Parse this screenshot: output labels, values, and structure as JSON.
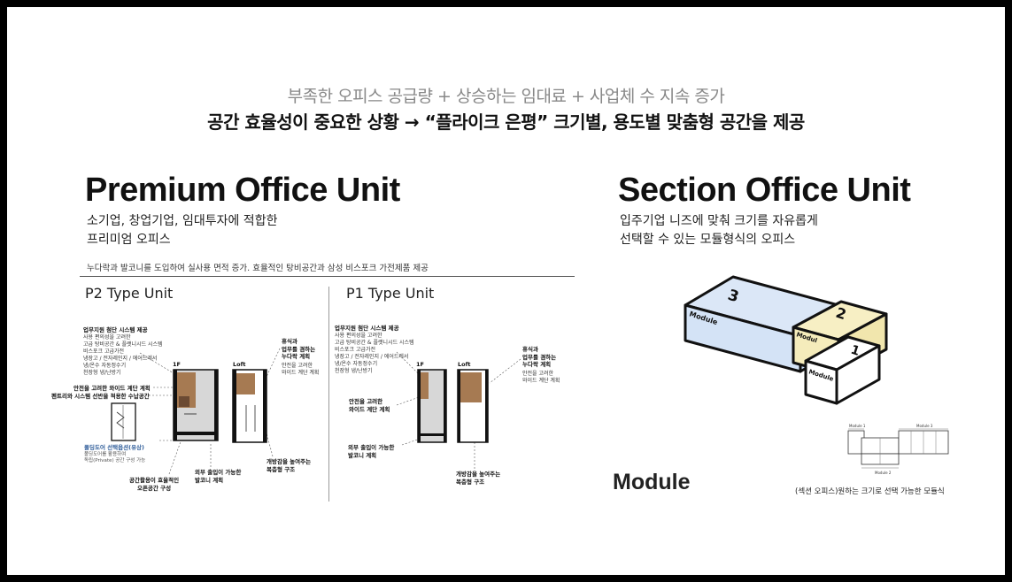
{
  "headline": {
    "line1": "부족한 오피스 공급량 + 상승하는 임대료 + 사업체 수 지속 증가",
    "line2": "공간 효율성이 중요한 상황 → “플라이크 은평” 크기별, 용도별 맞춤형 공간을 제공"
  },
  "premium": {
    "title": "Premium Office Unit",
    "subtitle_line1": "소기업, 창업기업, 임대투자에 적합한",
    "subtitle_line2": "프리미엄 오피스",
    "note": "누다락과 발코니를 도입하여 실사용 면적 증가.  효율적인 탕비공간과 삼성 비스포크 가전제품 제공",
    "p2": {
      "title": "P2 Type Unit",
      "system_title": "업무지원 첨단 시스템 제공",
      "system_items": [
        "사용 편의성을 고려한",
        "고급 탕비공간 & 플랫니시드 시스템",
        "비스포크 고급가전",
        "냉장고 / 전자레인지 / 에어드레서",
        "냉/온수 자동정수기",
        "천장형 냉/난방기"
      ],
      "floor_1f": "1F",
      "floor_loft": "Loft",
      "rest_title": [
        "휴식과",
        "업무를 겸하는",
        "누다락 계획"
      ],
      "rest_sub": [
        "안전을 고려한",
        "와이드 계단 계획"
      ],
      "stair_label": "안전을 고려한 와이드 계단 계획",
      "pantry_label": "펜트리와 시스템 선반을 적용한 수납공간",
      "folding_title": "폴딩도어 선택옵션(유상)",
      "folding_items": [
        "폴딩도어를 활용하여",
        "독립(Private) 공간 구성 가능"
      ],
      "open_space": [
        "공간활용이 효율적인",
        "오픈공간 구성"
      ],
      "balcony": [
        "외부 출입이 가능한",
        "발코니 계획"
      ],
      "duplex": [
        "개방감을 높여주는",
        "복층형 구조"
      ]
    },
    "p1": {
      "title": "P1 Type Unit",
      "system_title": "업무지원 첨단 시스템 제공",
      "system_items": [
        "사용 편의성을 고려한",
        "고급 탕비공간 & 플랫니시드 시스템",
        "비스포크 고급가전",
        "냉장고 / 전자레인지 / 에어드레서",
        "냉/온수 자동정수기",
        "천장형 냉/난방기"
      ],
      "floor_1f": "1F",
      "floor_loft": "Loft",
      "rest_title": [
        "휴식과",
        "업무를 겸하는",
        "누다락 계획"
      ],
      "rest_sub": [
        "안전을 고려한",
        "와이드 계단 계획"
      ],
      "stair_title": [
        "안전을 고려한",
        "와이드 계단 계획"
      ],
      "balcony": [
        "외부 출입이 가능한",
        "발코니 계획"
      ],
      "duplex": [
        "개방감을 높여주는",
        "복층형 구조"
      ]
    }
  },
  "section": {
    "title": "Section Office Unit",
    "subtitle_line1": "입주기업 니즈에 맞춰 크기를 자유롭게",
    "subtitle_line2": "선택할 수 있는 모듈형식의 오피스",
    "blocks": [
      {
        "number": "3",
        "label": "Module",
        "color": "#d4e3f6"
      },
      {
        "number": "2",
        "label": "Modul",
        "color": "#f7efc4"
      },
      {
        "number": "1",
        "label": "Module",
        "color": "#ffffff"
      }
    ],
    "module_word": "Module",
    "mini_labels": [
      "Module 1",
      "Module 2",
      "Module 3"
    ],
    "caption": "(섹션 오피스)원하는 크기로 선택 가능한 모듈식"
  }
}
